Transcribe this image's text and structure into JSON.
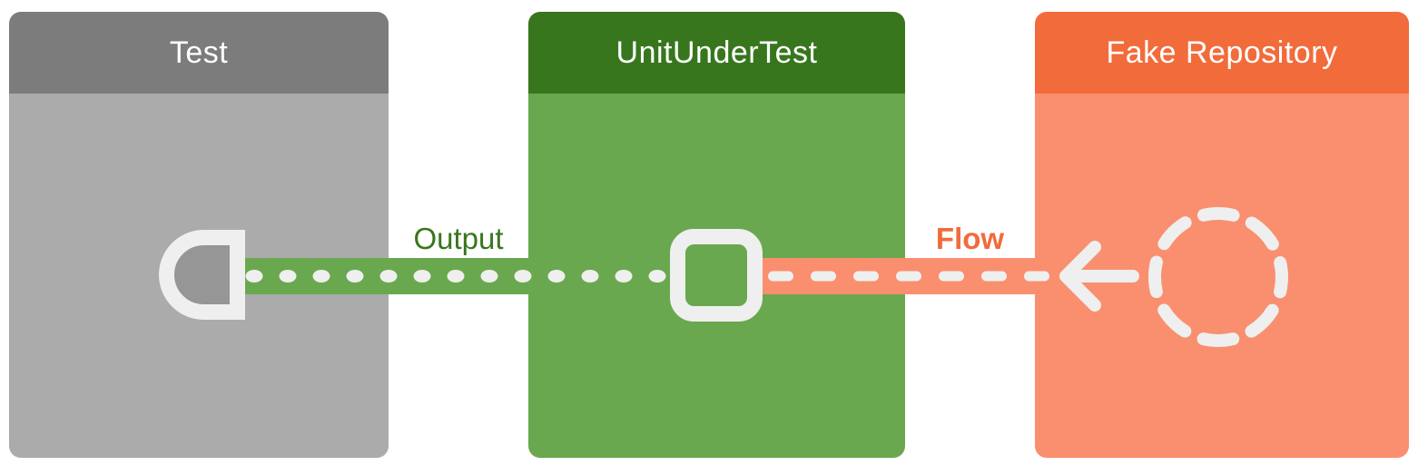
{
  "diagram": {
    "background": "#ffffff",
    "connector_color": "#efefef",
    "nodes": [
      {
        "id": "test",
        "label": "Test",
        "header_color": "#7c7c7c",
        "body_color": "#ababab",
        "port": "socket",
        "socket_fill": "#969696"
      },
      {
        "id": "unit-under-test",
        "label": "UnitUnderTest",
        "header_color": "#38761d",
        "body_color": "#6aa84f",
        "port": "square"
      },
      {
        "id": "fake-repository",
        "label": "Fake Repository",
        "header_color": "#f26b3b",
        "body_color": "#f98f6f",
        "port": "dashed-circle"
      }
    ],
    "edges": [
      {
        "label": "Output",
        "from": "unit-under-test",
        "to": "test",
        "style": "dotted",
        "label_color": "#38761d",
        "band_color": "#6aa84f"
      },
      {
        "label": "Flow",
        "from": "fake-repository",
        "to": "unit-under-test",
        "style": "dashed",
        "arrowhead": "left",
        "label_color": "#f26b3b",
        "band_color": "#f98f6f"
      }
    ]
  }
}
